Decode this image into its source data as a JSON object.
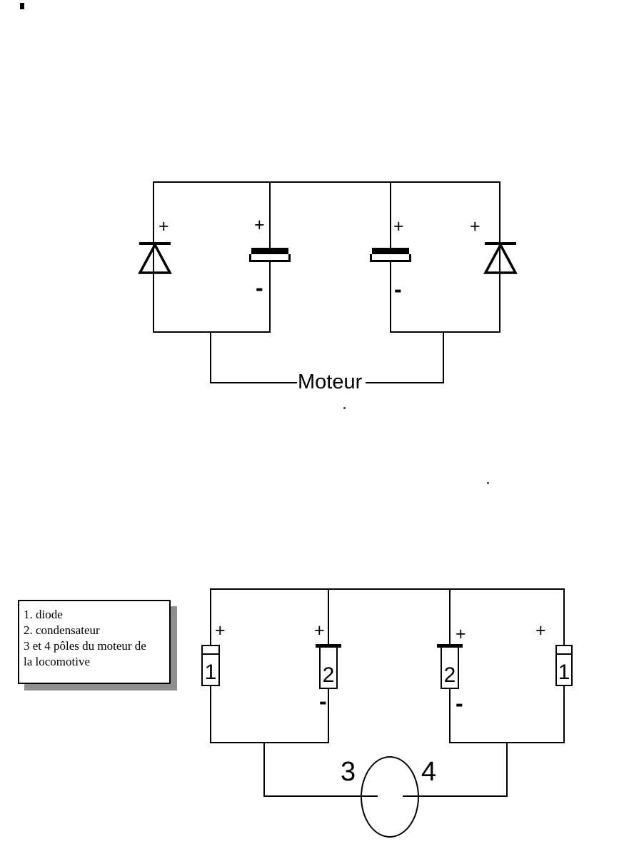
{
  "colors": {
    "ink": "#000000",
    "paper": "#ffffff",
    "legend_shadow": "#8f8f8f"
  },
  "symbols": {
    "plus": "+",
    "minus": "-"
  },
  "top_circuit": {
    "motor_label": "Moteur",
    "components": [
      "diode",
      "capacitor",
      "capacitor",
      "diode"
    ]
  },
  "bottom_circuit": {
    "boxes": [
      {
        "label": "1"
      },
      {
        "label": "2"
      },
      {
        "label": "2"
      },
      {
        "label": "1"
      }
    ],
    "motor_pole_left": "3",
    "motor_pole_right": "4"
  },
  "legend": {
    "lines": [
      "1. diode",
      "2. condensateur",
      "3 et 4 pôles du moteur de",
      "la locomotive"
    ]
  }
}
